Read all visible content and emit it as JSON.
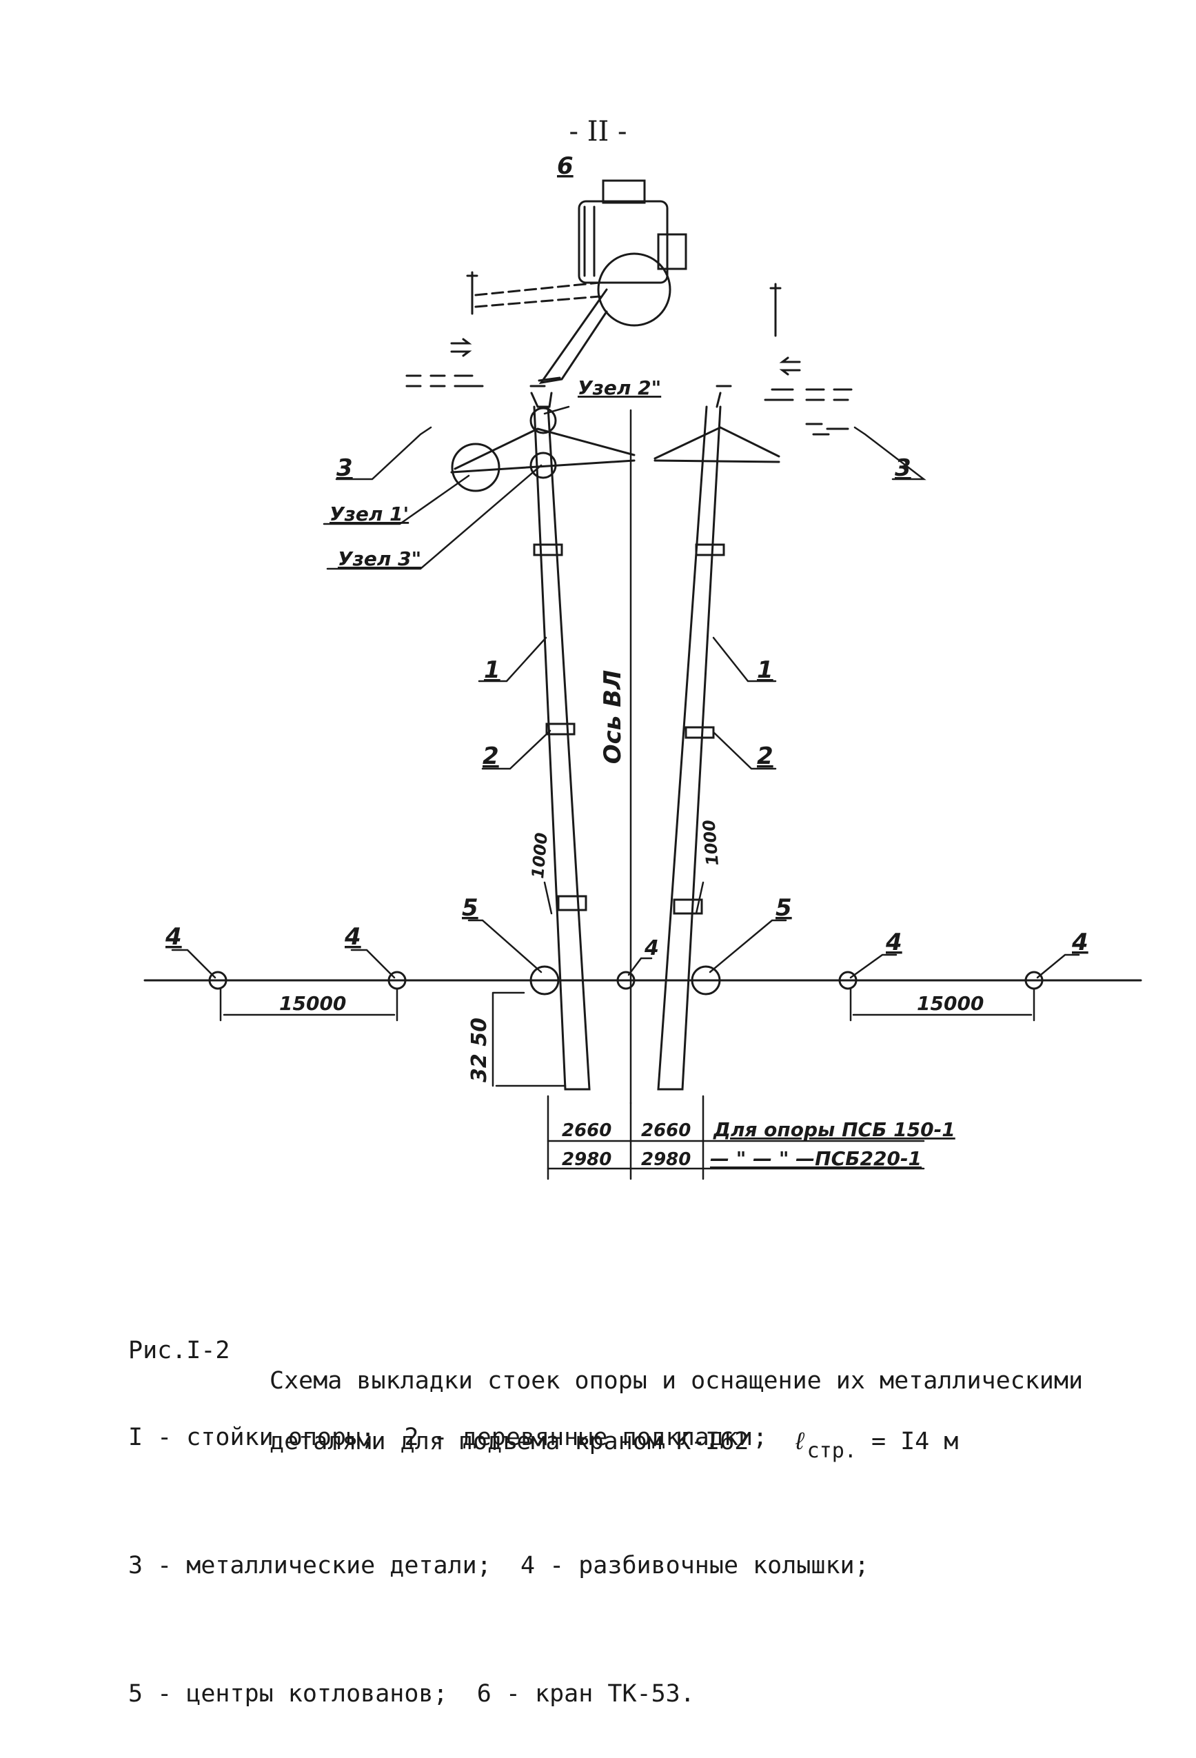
{
  "page_number": "- II -",
  "labels": {
    "num1": "1",
    "num2": "2",
    "num3": "3",
    "num4": "4",
    "num5": "5",
    "num6": "6",
    "uzel1": "Узел 1'",
    "uzel2": "Узел 2\"",
    "uzel3": "Узел 3\"",
    "axis": "Ось ВЛ",
    "dim_1000": "1000",
    "dim_15000": "15000",
    "dim_3250": "32 50",
    "dim_2660": "2660",
    "dim_2980": "2980",
    "dim_psb150": "Для опоры ПСБ 150-1",
    "dim_psb220": "— \" — \" —ПСБ220-1"
  },
  "caption": {
    "label": "Рис.I-2",
    "line1": "Схема выкладки стоек опоры и оснащение их металлическими",
    "line2": "деталями для подъема краном К-I62",
    "l_symbol": "ℓ",
    "l_sub": "стр.",
    "l_value": "= I4 м"
  },
  "legend": [
    "I - стойки опоры;  2 - деревянные подкладки;",
    "3 - металлические детали;  4 - разбивочные колышки;",
    "5 - центры котлованов;  6 - кран ТК-53."
  ]
}
